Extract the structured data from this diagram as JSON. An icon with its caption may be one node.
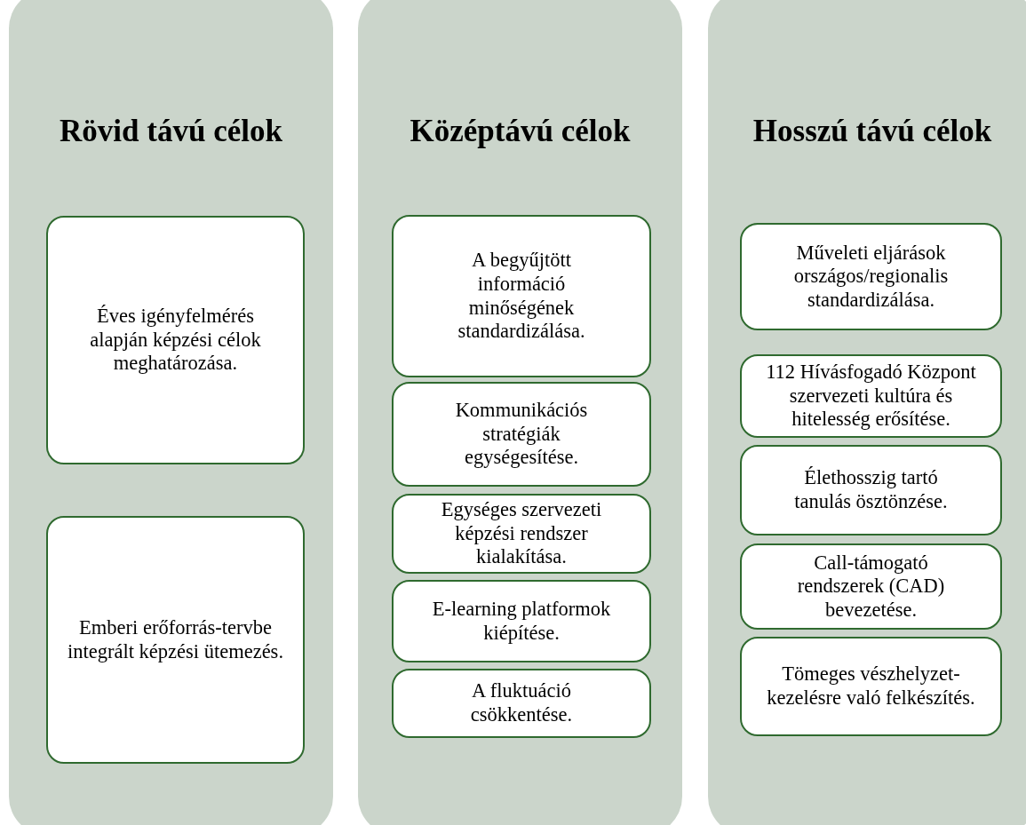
{
  "diagram": {
    "nodes": [
      {
        "text": [
          "Rövid távú célok"
        ]
      },
      {
        "text": [
          "Éves igényfelmérés alapján képzési célok meghatározása."
        ],
        "in": 0
      },
      {
        "text": [
          "Emberi erőforrás-tervbe integrált képzési ütemezés."
        ],
        "in": 0
      },
      {
        "text": [
          "Középtávú célok"
        ]
      },
      {
        "text": [
          "A begyűjtött információ minőségének standardizálása."
        ],
        "in": 3
      },
      {
        "text": [
          "Kommunikációs stratégiák egységesítése."
        ],
        "in": 3
      },
      {
        "text": [
          "Egységes szervezeti képzési rendszer kialakítása."
        ],
        "in": 3
      },
      {
        "text": [
          "E-learning platformok kiépítése."
        ],
        "in": 3
      },
      {
        "text": [
          "A fluktuáció csökkentése."
        ],
        "in": 3
      },
      {
        "text": [
          "Hosszú távú célok"
        ]
      },
      {
        "text": [
          "Műveleti eljárások országos/regionalis standardizálása."
        ],
        "in": 9
      },
      {
        "text": [
          "112 Hívásfogadó Központ szervezeti kultúra és hitelesség erősítése."
        ],
        "in": 9
      },
      {
        "text": [
          "Élethosszig tartó tanulás ösztönzése."
        ],
        "in": 9
      },
      {
        "text": [
          "Call-támogató rendszerek (CAD) bevezetése."
        ],
        "in": 9
      },
      {
        "text": [
          "Tömeges vészhelyzet-kezelésre való felkészítés."
        ],
        "in": 9
      }
    ],
    "edges": []
  }
}
